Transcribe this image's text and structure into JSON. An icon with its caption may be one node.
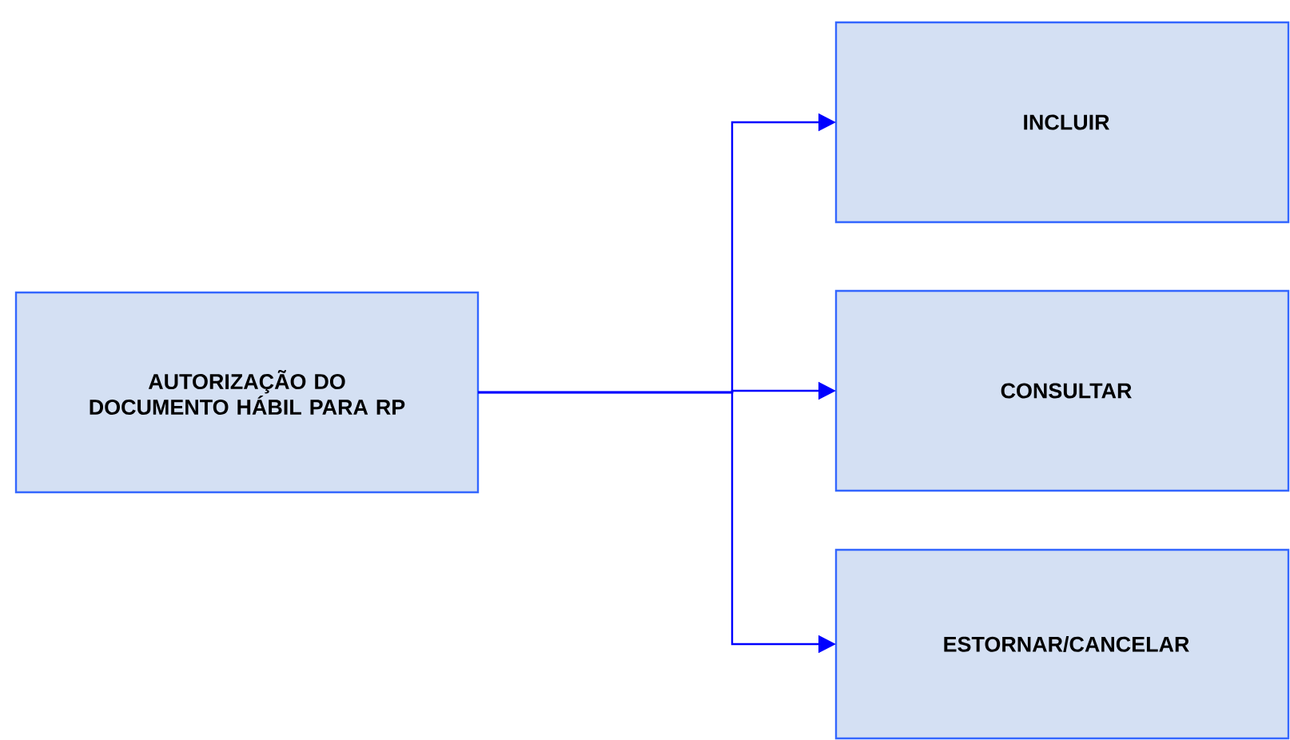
{
  "diagram": {
    "nodes": [
      {
        "text": [
          "AUTORIZAÇÃO DO DOCUMENTO HÁBIL PARA RP"
        ]
      },
      {
        "text": [
          "INCLUIR"
        ]
      },
      {
        "text": [
          "CONSULTAR"
        ]
      },
      {
        "text": [
          "ESTORNAR/CANCELAR"
        ]
      }
    ],
    "edges": [
      {
        "from": 0,
        "to": 1,
        "arrow": "to"
      },
      {
        "from": 0,
        "to": 2,
        "arrow": "to"
      },
      {
        "from": 0,
        "to": 3,
        "arrow": "to"
      }
    ]
  }
}
